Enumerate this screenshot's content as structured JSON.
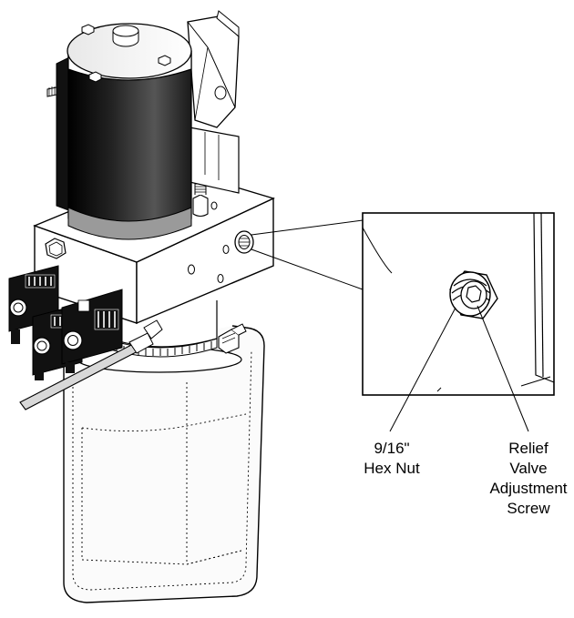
{
  "callouts": {
    "hex_nut": {
      "line1": "9/16\"",
      "line2": "Hex Nut"
    },
    "relief_valve": {
      "line1": "Relief",
      "line2": "Valve",
      "line3": "Adjustment",
      "line4": "Screw"
    }
  },
  "colors": {
    "stroke": "#000000",
    "motor_dark": "#111111",
    "motor_band": "#9a9a9a",
    "reservoir_fill": "#f5f5f5",
    "background": "#ffffff"
  }
}
